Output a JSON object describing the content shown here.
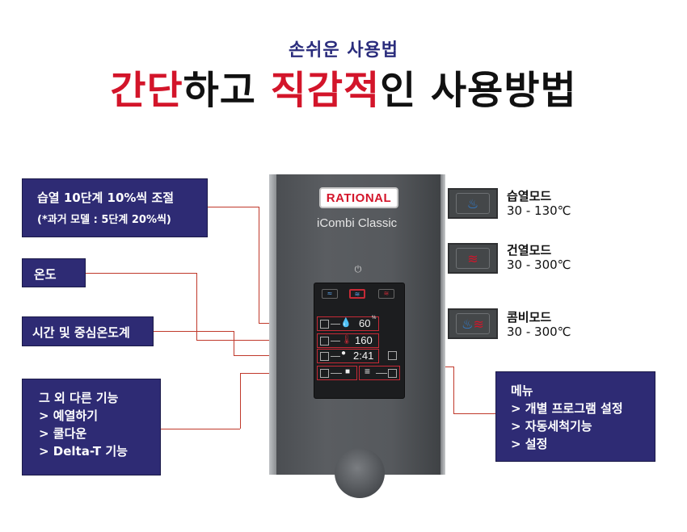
{
  "header": {
    "subtitle": "손쉬운 사용법",
    "title_red_1": "간단",
    "title_black_1": "하고 ",
    "title_red_2": "직감적",
    "title_black_2": "인 사용방법"
  },
  "callouts": {
    "humidity": {
      "line1": "습열 10단계 10%씩 조절",
      "line2": "(*과거 모델 : 5단계 20%씩)"
    },
    "temperature": "온도",
    "time_core": "시간 및 중심온도계",
    "other": {
      "title": "그 외 다른 기능",
      "items": [
        "> 예열하기",
        "> 쿨다운",
        "> Delta-T 기능"
      ]
    },
    "menu": {
      "title": "메뉴",
      "items": [
        "> 개별 프로그램 설정",
        "> 자동세척기능",
        "> 설정"
      ]
    }
  },
  "device": {
    "brand": "RATIONAL",
    "model": "iCombi Classic",
    "power_symbol": "⏻",
    "display": {
      "humidity_value": "60",
      "humidity_unit": "%",
      "temp_value": "160",
      "time_value": "2:41",
      "menu_symbol": "≡"
    }
  },
  "modes": [
    {
      "name": "습열모드",
      "range": "30 - 130℃",
      "color": "#2f7fd6"
    },
    {
      "name": "건열모드",
      "range": "30 - 300℃",
      "color": "#d3152a"
    },
    {
      "name": "콤비모드",
      "range": "30 - 300℃",
      "color": "#2f7fd6"
    }
  ],
  "colors": {
    "accent_red": "#d3152a",
    "callout_bg": "#2e2b74",
    "subtitle": "#2b2d7d"
  }
}
